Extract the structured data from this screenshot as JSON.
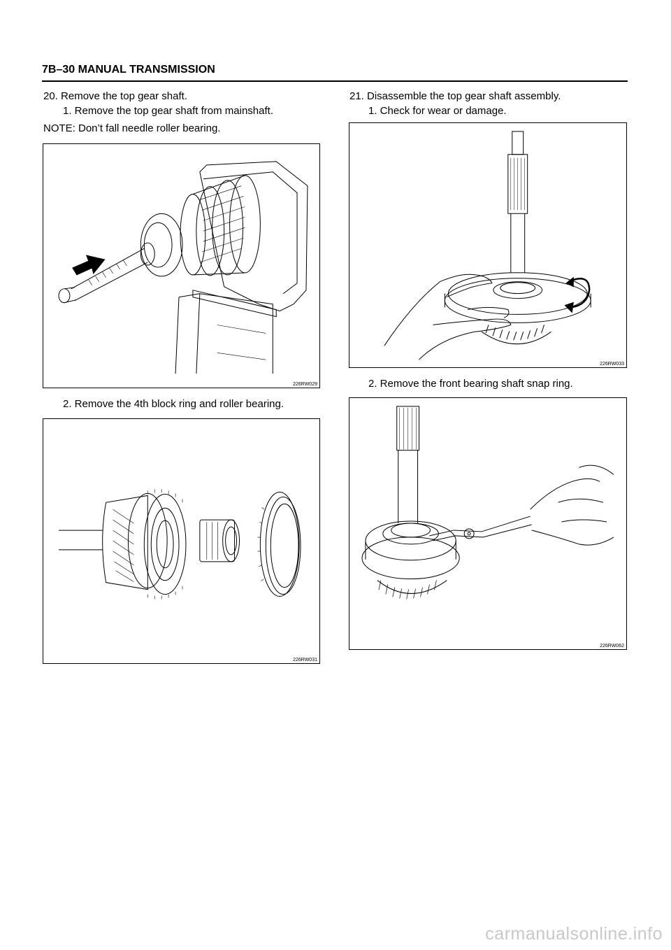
{
  "header": {
    "title": "7B–30  MANUAL TRANSMISSION"
  },
  "left_column": {
    "step20": "20. Remove the top gear shaft.",
    "step20_1": "1.   Remove the top gear shaft from mainshaft.",
    "note": "NOTE:  Don’t fall needle roller bearing.",
    "figure1_code": "226RW029",
    "step20_2": "2.   Remove the 4th block ring and roller bearing.",
    "figure2_code": "226RW031"
  },
  "right_column": {
    "step21": "21. Disassemble the top gear shaft assembly.",
    "step21_1": "1.   Check for wear or damage.",
    "figure3_code": "226RW033",
    "step21_2": "2.   Remove the front bearing shaft snap ring.",
    "figure4_code": "226RW062"
  },
  "watermark": "carmanualsonline.info"
}
